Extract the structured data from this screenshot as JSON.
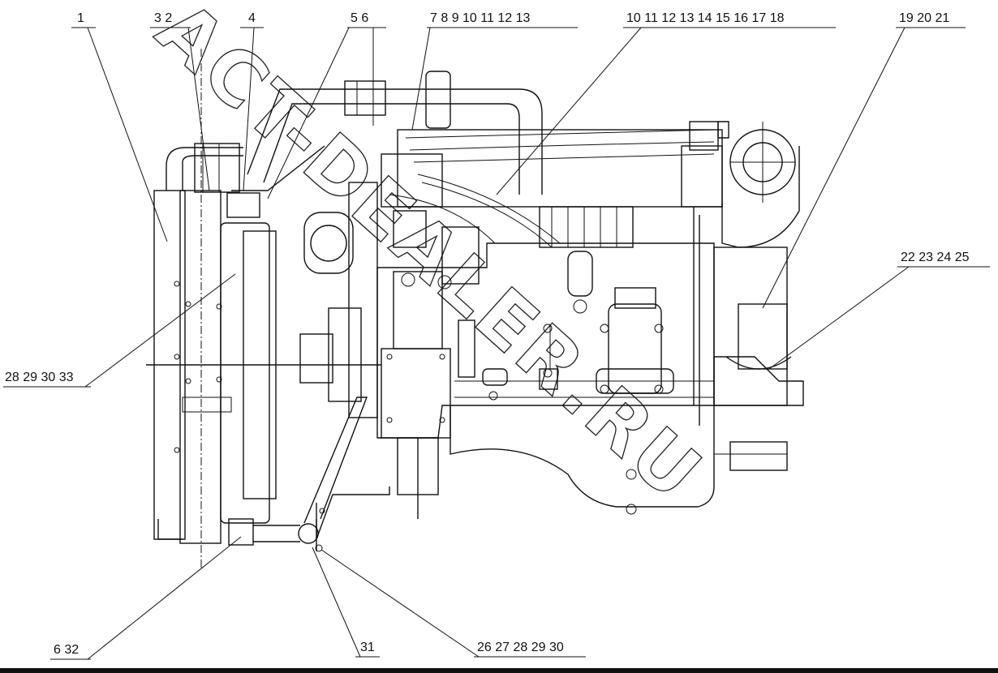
{
  "diagram": {
    "callouts": [
      "1",
      "3 2",
      "4",
      "5  6",
      "7  8  9  10  11  12  13",
      "10  11  12  13  14  15  16  17 18",
      "19 20  21",
      "22 23  24 25",
      "28 29 30 33",
      "6  32",
      "31",
      "26 27 28  29 30"
    ],
    "watermark": "ACT-DEALER.RU"
  }
}
